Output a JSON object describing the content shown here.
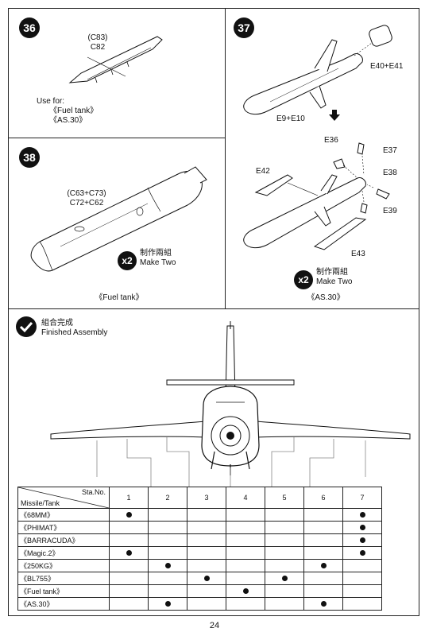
{
  "step36": {
    "number": "36",
    "part_label_1": "(C83)",
    "part_label_2": "C82",
    "use_for": "Use for:",
    "use_item_1": "《Fuel tank》",
    "use_item_2": "《AS.30》"
  },
  "step37": {
    "number": "37",
    "parts_top": "E40+E41",
    "parts_body": "E9+E10",
    "parts": [
      "E36",
      "E37",
      "E42",
      "E38",
      "E39",
      "E43"
    ],
    "make_two_zh": "制作兩組",
    "make_two_en": "Make Two",
    "multiplier": "x2",
    "caption": "《AS.30》"
  },
  "step38": {
    "number": "38",
    "part_label_1": "(C63+C73)",
    "part_label_2": "C72+C62",
    "make_two_zh": "制作兩組",
    "make_two_en": "Make Two",
    "multiplier": "x2",
    "caption": "《Fuel tank》"
  },
  "assembly": {
    "title_zh": "組合完成",
    "title_en": "Finished Assembly"
  },
  "station_table": {
    "header_sta": "Sta.No.",
    "header_missile": "Missile/Tank",
    "stations": [
      "1",
      "2",
      "3",
      "4",
      "5",
      "6",
      "7"
    ],
    "rows": [
      {
        "name": "《68MM》",
        "marks": [
          1,
          7
        ]
      },
      {
        "name": "《PHIMAT》",
        "marks": [
          7
        ]
      },
      {
        "name": "《BARRACUDA》",
        "marks": [
          7
        ]
      },
      {
        "name": "《Magic.2》",
        "marks": [
          1,
          7
        ]
      },
      {
        "name": "《250KG》",
        "marks": [
          2,
          6
        ]
      },
      {
        "name": "《BL755》",
        "marks": [
          3,
          5
        ]
      },
      {
        "name": "《Fuel tank》",
        "marks": [
          4
        ]
      },
      {
        "name": "《AS.30》",
        "marks": [
          2,
          6
        ]
      }
    ]
  },
  "page_number": "24"
}
